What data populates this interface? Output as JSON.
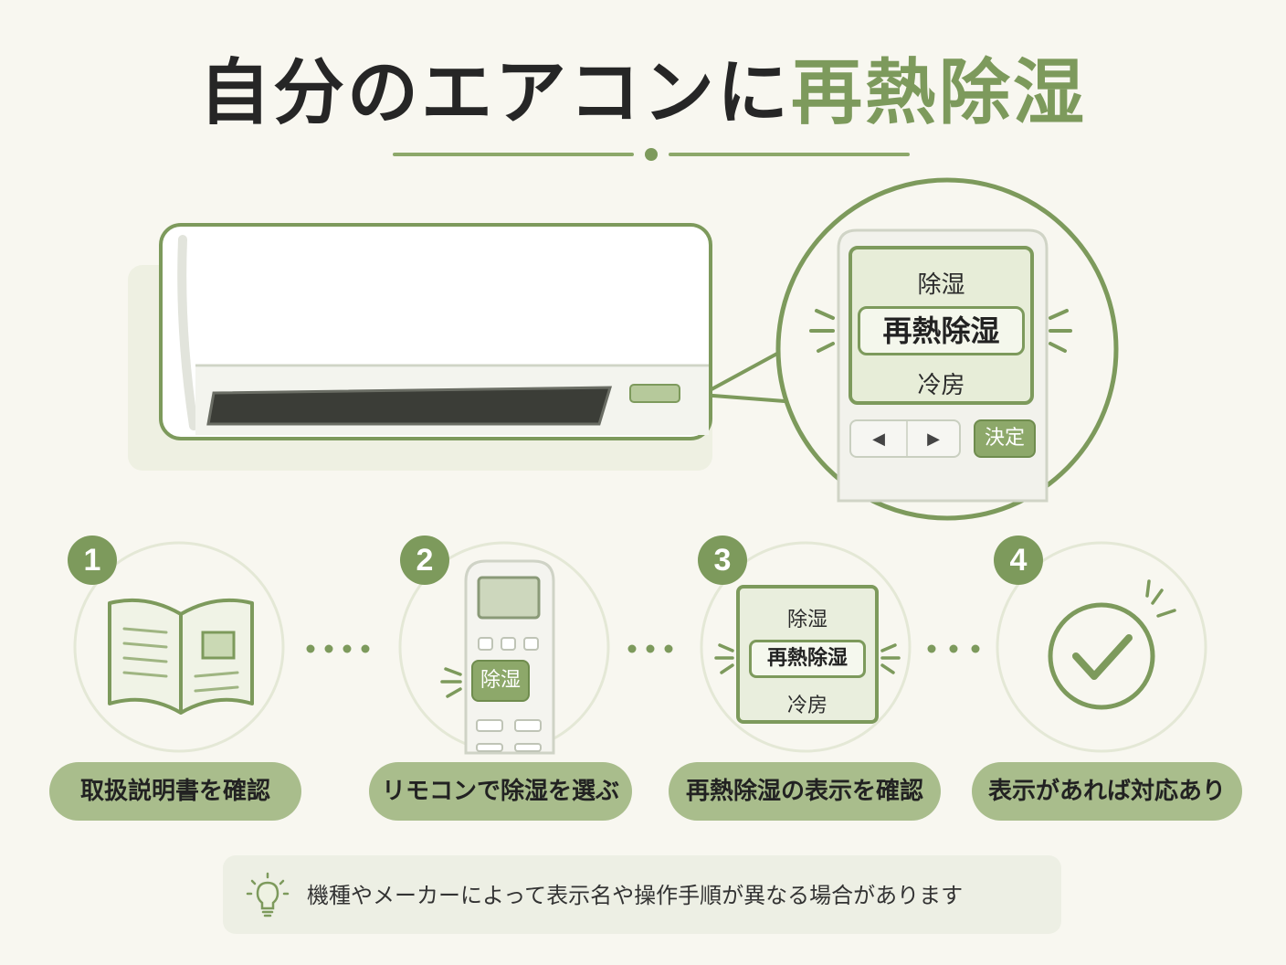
{
  "title": {
    "part1": "自分のエアコンに",
    "part2": "再熱除湿"
  },
  "zoom": {
    "menu_top": "除湿",
    "menu_selected": "再熱除湿",
    "menu_bottom": "冷房",
    "left_arrow": "◀",
    "right_arrow": "▶",
    "ok_button": "決定"
  },
  "steps": [
    {
      "number": "1",
      "label": "取扱説明書を確認",
      "icon": "book-icon"
    },
    {
      "number": "2",
      "label": "リモコンで除湿を選ぶ",
      "icon": "remote-icon",
      "button_label": "除湿"
    },
    {
      "number": "3",
      "label": "再熱除湿の表示を確認",
      "icon": "display-icon",
      "menu": [
        "除湿",
        "再熱除湿",
        "冷房"
      ]
    },
    {
      "number": "4",
      "label": "表示があれば対応あり",
      "icon": "check-icon"
    }
  ],
  "note": {
    "icon": "lightbulb-icon",
    "text": "機種やメーカーによって表示名や操作手順が異なる場合があります"
  },
  "colors": {
    "accent": "#7d9a5c",
    "accent_light": "#a9bd8c",
    "background": "#f8f7f0"
  }
}
